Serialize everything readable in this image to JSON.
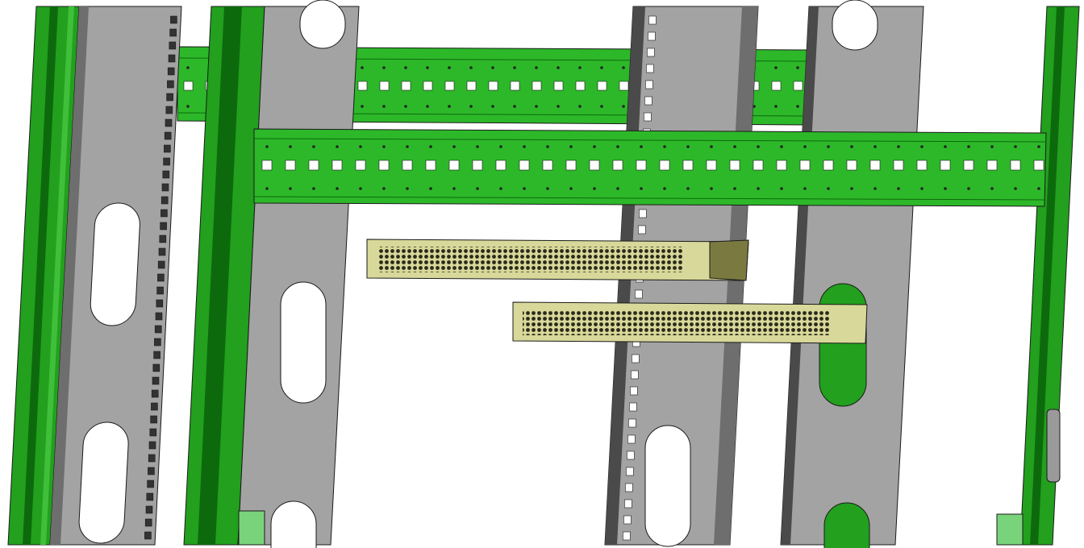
{
  "scene": {
    "colors": {
      "background": "#ffffff",
      "upright_green": "#22a01e",
      "upright_green_dark": "#0c6a0c",
      "rail_green": "#2db82a",
      "panel_gray": "#a3a3a3",
      "panel_gray_dark": "#6e6e6e",
      "slide_yellow": "#d8d89a",
      "foot_green": "#79d37a",
      "outline": "#1a1a1a"
    },
    "parts": [
      "left-upright",
      "left-panel",
      "center-upright",
      "center-panel",
      "back-rail",
      "front-rail",
      "right-panel",
      "far-right-panel",
      "right-upright",
      "upper-slide-rail",
      "lower-slide-rail"
    ]
  }
}
